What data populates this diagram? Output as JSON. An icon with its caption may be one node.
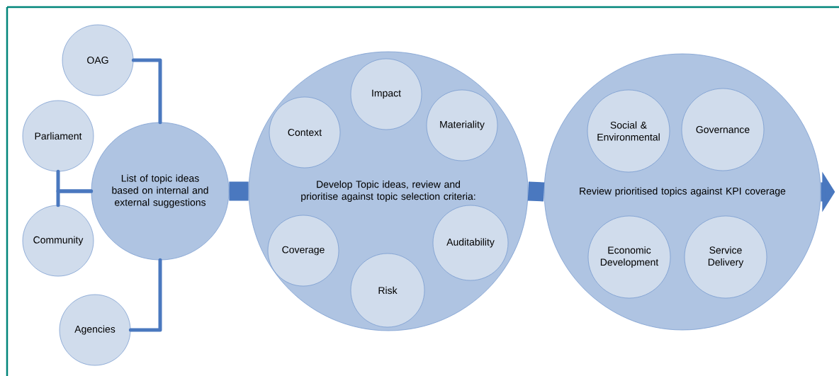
{
  "diagram": {
    "nodes": [
      {
        "text": [
          "OAG"
        ]
      },
      {
        "text": [
          "Parliament"
        ]
      },
      {
        "text": [
          "Community"
        ]
      },
      {
        "text": [
          "Agencies"
        ]
      },
      {
        "text": [
          "List of topic ideas based on internal and external suggestions"
        ]
      },
      {
        "text": [
          "Develop Topic ideas, review and prioritise against topic selection criteria:"
        ]
      },
      {
        "text": [
          "Context"
        ],
        "in": 5
      },
      {
        "text": [
          "Impact"
        ],
        "in": 5
      },
      {
        "text": [
          "Materiality"
        ],
        "in": 5
      },
      {
        "text": [
          "Coverage"
        ],
        "in": 5
      },
      {
        "text": [
          "Risk"
        ],
        "in": 5
      },
      {
        "text": [
          "Auditability"
        ],
        "in": 5
      },
      {
        "text": [
          "Review prioritised topics against KPI coverage"
        ]
      },
      {
        "text": [
          "Social & Environmental"
        ],
        "in": 12
      },
      {
        "text": [
          "Governance"
        ],
        "in": 12
      },
      {
        "text": [
          "Economic Development"
        ],
        "in": 12
      },
      {
        "text": [
          "Service Delivery"
        ],
        "in": 12
      }
    ],
    "edges": [
      {
        "from": 0,
        "to": 4,
        "arrow": "none"
      },
      {
        "from": 1,
        "to": 4,
        "arrow": "none"
      },
      {
        "from": 2,
        "to": 4,
        "arrow": "none"
      },
      {
        "from": 3,
        "to": 4,
        "arrow": "none"
      },
      {
        "from": 4,
        "to": 5,
        "arrow": "none",
        "style": "thick"
      },
      {
        "from": 5,
        "to": 12,
        "arrow": "none",
        "style": "thick"
      },
      {
        "from": 12,
        "to": null,
        "arrow": "to",
        "style": "thick"
      }
    ]
  }
}
